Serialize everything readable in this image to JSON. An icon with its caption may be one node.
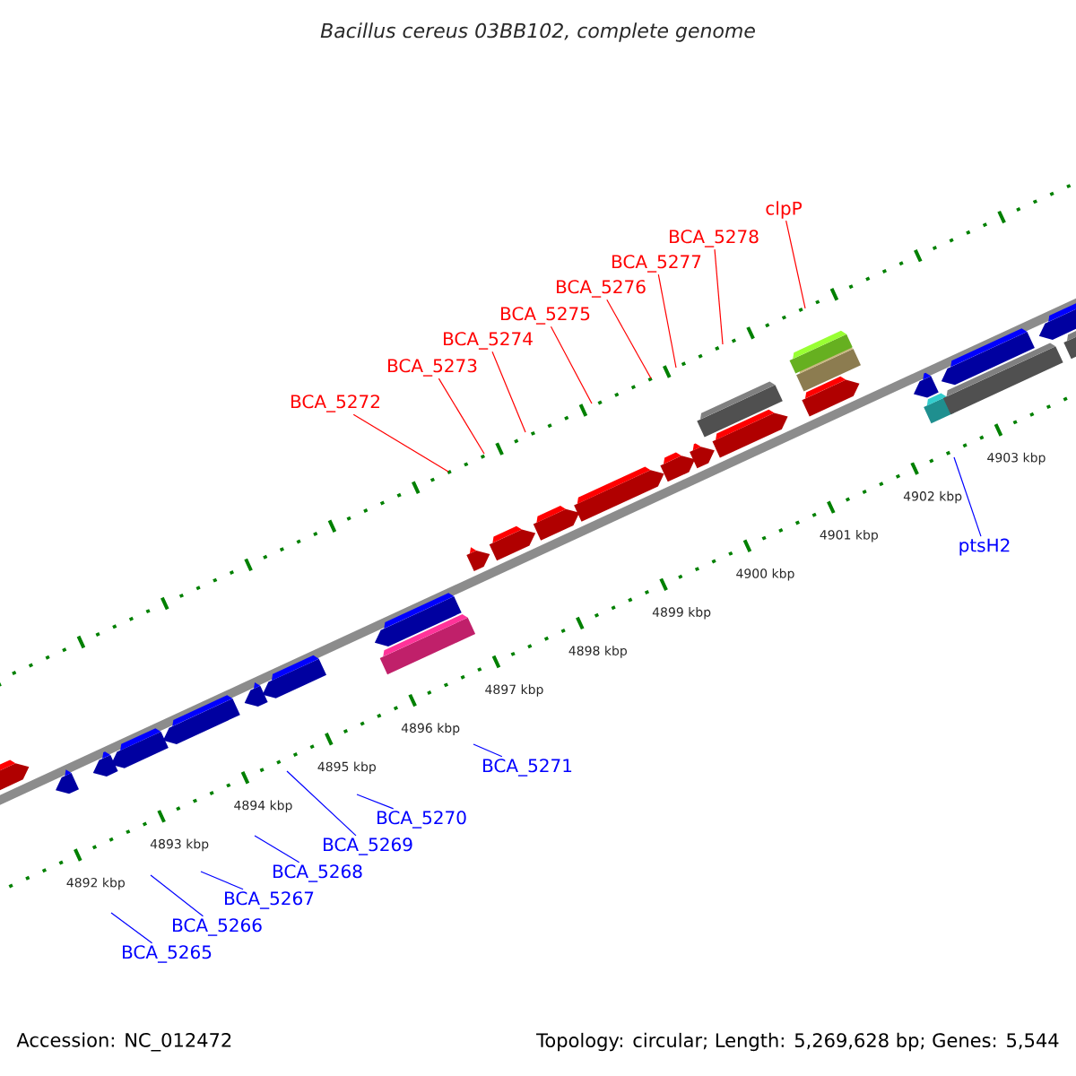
{
  "diagram": {
    "title": "Bacillus cereus 03BB102, complete genome",
    "nodes": [
      {
        "text": [
          "clpP"
        ]
      },
      {
        "text": [
          "BCA_5278"
        ]
      },
      {
        "text": [
          "BCA_5277"
        ]
      },
      {
        "text": [
          "BCA_5276"
        ]
      },
      {
        "text": [
          "BCA_5275"
        ]
      },
      {
        "text": [
          "BCA_5274"
        ]
      },
      {
        "text": [
          "BCA_5273"
        ]
      },
      {
        "text": [
          "BCA_5272"
        ]
      },
      {
        "text": [
          "ptsH2"
        ]
      },
      {
        "text": [
          "BCA_5271"
        ]
      },
      {
        "text": [
          "BCA_5270"
        ]
      },
      {
        "text": [
          "BCA_5269"
        ]
      },
      {
        "text": [
          "BCA_5268"
        ]
      },
      {
        "text": [
          "BCA_5267"
        ]
      },
      {
        "text": [
          "BCA_5266"
        ]
      },
      {
        "text": [
          "BCA_5265"
        ]
      }
    ],
    "edges": [
      {
        "from": 0,
        "to": null,
        "arrow": "none",
        "color": "#ff0000"
      },
      {
        "from": 1,
        "to": null,
        "arrow": "none",
        "color": "#ff0000"
      },
      {
        "from": 2,
        "to": null,
        "arrow": "none",
        "color": "#ff0000"
      },
      {
        "from": 3,
        "to": null,
        "arrow": "none",
        "color": "#ff0000"
      },
      {
        "from": 4,
        "to": null,
        "arrow": "none",
        "color": "#ff0000"
      },
      {
        "from": 5,
        "to": null,
        "arrow": "none",
        "color": "#ff0000"
      },
      {
        "from": 6,
        "to": null,
        "arrow": "none",
        "color": "#ff0000"
      },
      {
        "from": 7,
        "to": null,
        "arrow": "none",
        "color": "#ff0000"
      },
      {
        "from": 8,
        "to": null,
        "arrow": "none",
        "color": "#0000ff"
      },
      {
        "from": 9,
        "to": null,
        "arrow": "none",
        "color": "#0000ff"
      },
      {
        "from": 10,
        "to": null,
        "arrow": "none",
        "color": "#0000ff"
      },
      {
        "from": 11,
        "to": null,
        "arrow": "none",
        "color": "#0000ff"
      },
      {
        "from": 12,
        "to": null,
        "arrow": "none",
        "color": "#0000ff"
      },
      {
        "from": 13,
        "to": null,
        "arrow": "none",
        "color": "#0000ff"
      },
      {
        "from": 14,
        "to": null,
        "arrow": "none",
        "color": "#0000ff"
      },
      {
        "from": 15,
        "to": null,
        "arrow": "none",
        "color": "#0000ff"
      }
    ],
    "labels": [
      "4903 kbp",
      "4902 kbp",
      "4901 kbp",
      "4900 kbp",
      "4899 kbp",
      "4898 kbp",
      "4897 kbp",
      "4896 kbp",
      "4895 kbp",
      "4894 kbp",
      "4893 kbp",
      "4892 kbp",
      "Accession: NC_012472",
      "Topology: circular; Length: 5,269,628 bp; Genes: 5,544"
    ]
  }
}
